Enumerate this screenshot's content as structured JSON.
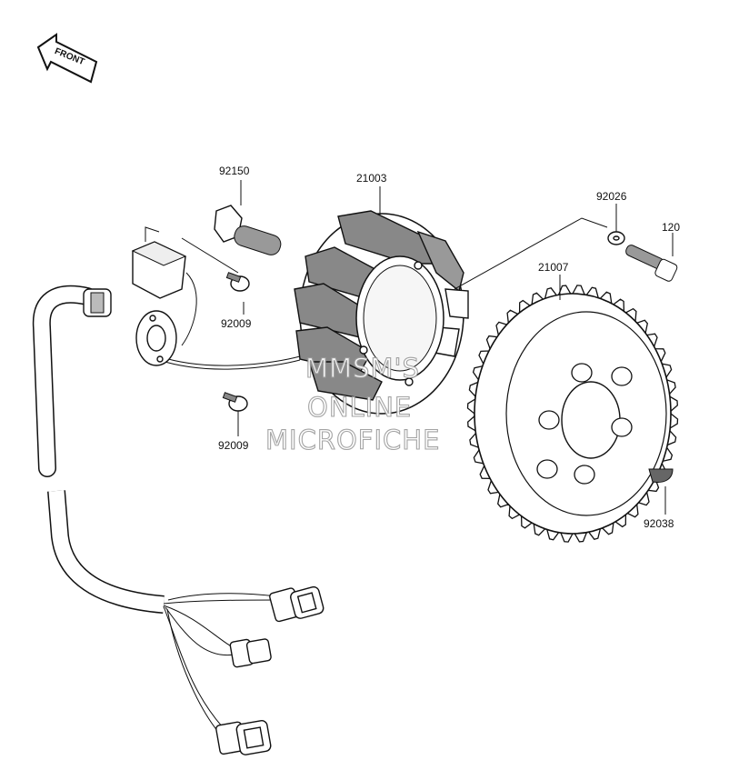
{
  "front_label": "FRONT",
  "watermark": [
    "MMSM'S",
    "ONLINE",
    "MICROFICHE"
  ],
  "callouts": {
    "bolt_stator": "92150",
    "stator": "21003",
    "washer": "92026",
    "bolt_rotor": "120",
    "rotor": "21007",
    "screw_upper": "92009",
    "screw_lower": "92009",
    "key": "92038"
  }
}
